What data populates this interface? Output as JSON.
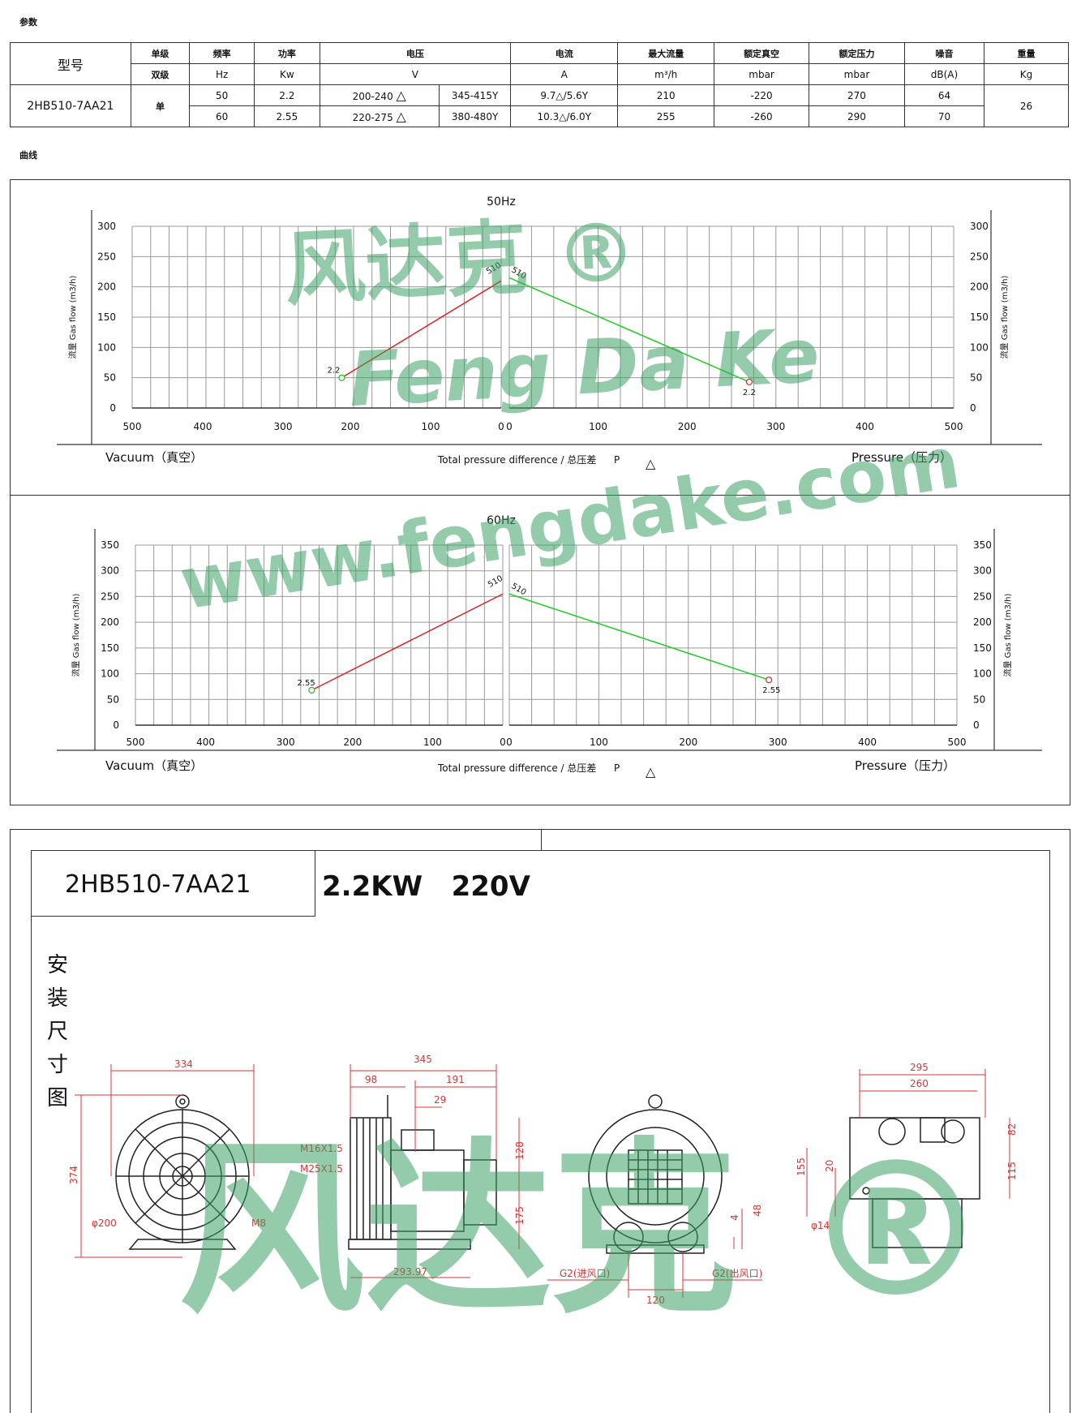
{
  "section_params": "参数",
  "section_curves": "曲线",
  "section_install": [
    "安",
    "装",
    "尺",
    "寸",
    "图"
  ],
  "table": {
    "header1": [
      "单级",
      "频率",
      "功率",
      "电压",
      "电流",
      "最大流量",
      "额定真空",
      "额定压力",
      "噪音",
      "重量"
    ],
    "header2": [
      "双级",
      "Hz",
      "Kw",
      "V",
      "A",
      "m³/h",
      "mbar",
      "mbar",
      "dB(A)",
      "Kg"
    ],
    "model_header": "型号",
    "model": "2HB510-7AA21",
    "stage": "单",
    "weight": "26",
    "rows": [
      {
        "hz": "50",
        "kw": "2.2",
        "v1": "200-240",
        "v2": "345-415Y",
        "a": "9.7△/5.6Y",
        "flow": "210",
        "vac": "-220",
        "pres": "270",
        "noise": "64"
      },
      {
        "hz": "60",
        "kw": "2.55",
        "v1": "220-275",
        "v2": "380-480Y",
        "a": "10.3△/6.0Y",
        "flow": "255",
        "vac": "-260",
        "pres": "290",
        "noise": "70"
      }
    ]
  },
  "chart_common": {
    "xticks_left": [
      "500",
      "400",
      "300",
      "200",
      "100",
      "0"
    ],
    "xticks_right": [
      "0",
      "100",
      "200",
      "300",
      "400",
      "500"
    ],
    "left_label": "Vacuum（真空）",
    "right_label": "Pressure（压力）",
    "center_label": "Total pressure difference / 总压差",
    "p_label": "P",
    "delta": "△",
    "y_axis_label": "流量 Gas flow (m3/h)"
  },
  "chart_data": [
    {
      "type": "line",
      "title": "50Hz",
      "ylim": [
        0,
        300
      ],
      "yticks": [
        "300",
        "250",
        "200",
        "150",
        "100",
        "50",
        "0"
      ],
      "xlim": [
        0,
        500
      ],
      "series": [
        {
          "name": "Vacuum",
          "points": [
            [
              216,
              50
            ],
            [
              0,
              210
            ]
          ],
          "labels": [
            "2.2",
            "510"
          ]
        },
        {
          "name": "Pressure",
          "points": [
            [
              0,
              215
            ],
            [
              270,
              43
            ]
          ],
          "labels": [
            "510",
            "2.2"
          ]
        }
      ]
    },
    {
      "type": "line",
      "title": "60Hz",
      "ylim": [
        0,
        350
      ],
      "yticks": [
        "350",
        "300",
        "250",
        "200",
        "150",
        "100",
        "50",
        "0"
      ],
      "xlim": [
        0,
        500
      ],
      "series": [
        {
          "name": "Vacuum",
          "points": [
            [
              260,
              68
            ],
            [
              0,
              255
            ]
          ],
          "labels": [
            "2.55",
            "510"
          ]
        },
        {
          "name": "Pressure",
          "points": [
            [
              0,
              255
            ],
            [
              290,
              88
            ]
          ],
          "labels": [
            "510",
            "2.55"
          ]
        }
      ]
    }
  ],
  "watermarks": {
    "cn": "风达克 ®",
    "en": "Feng Da Ke",
    "url": "www.fengdake.com"
  },
  "install": {
    "model": "2HB510-7AA21",
    "spec": "2.2KW   220V",
    "dims": {
      "front_w": "334",
      "front_h": "374",
      "phi200": "φ200",
      "m8": "M8",
      "side_w": "345",
      "d98": "98",
      "d191": "191",
      "d29": "29",
      "m16": "M16X1.5",
      "m25": "M25X1.5",
      "d128": "128",
      "d175": "175",
      "d29397": "293.97",
      "d155": "155",
      "d20": "20",
      "d4": "4",
      "d48": "48",
      "g2in": "G2(进风口)",
      "g2out": "G2(出风口)",
      "d120": "120",
      "d295": "295",
      "d260": "260",
      "d82": "82",
      "d115": "115",
      "phi14": "φ14"
    }
  }
}
